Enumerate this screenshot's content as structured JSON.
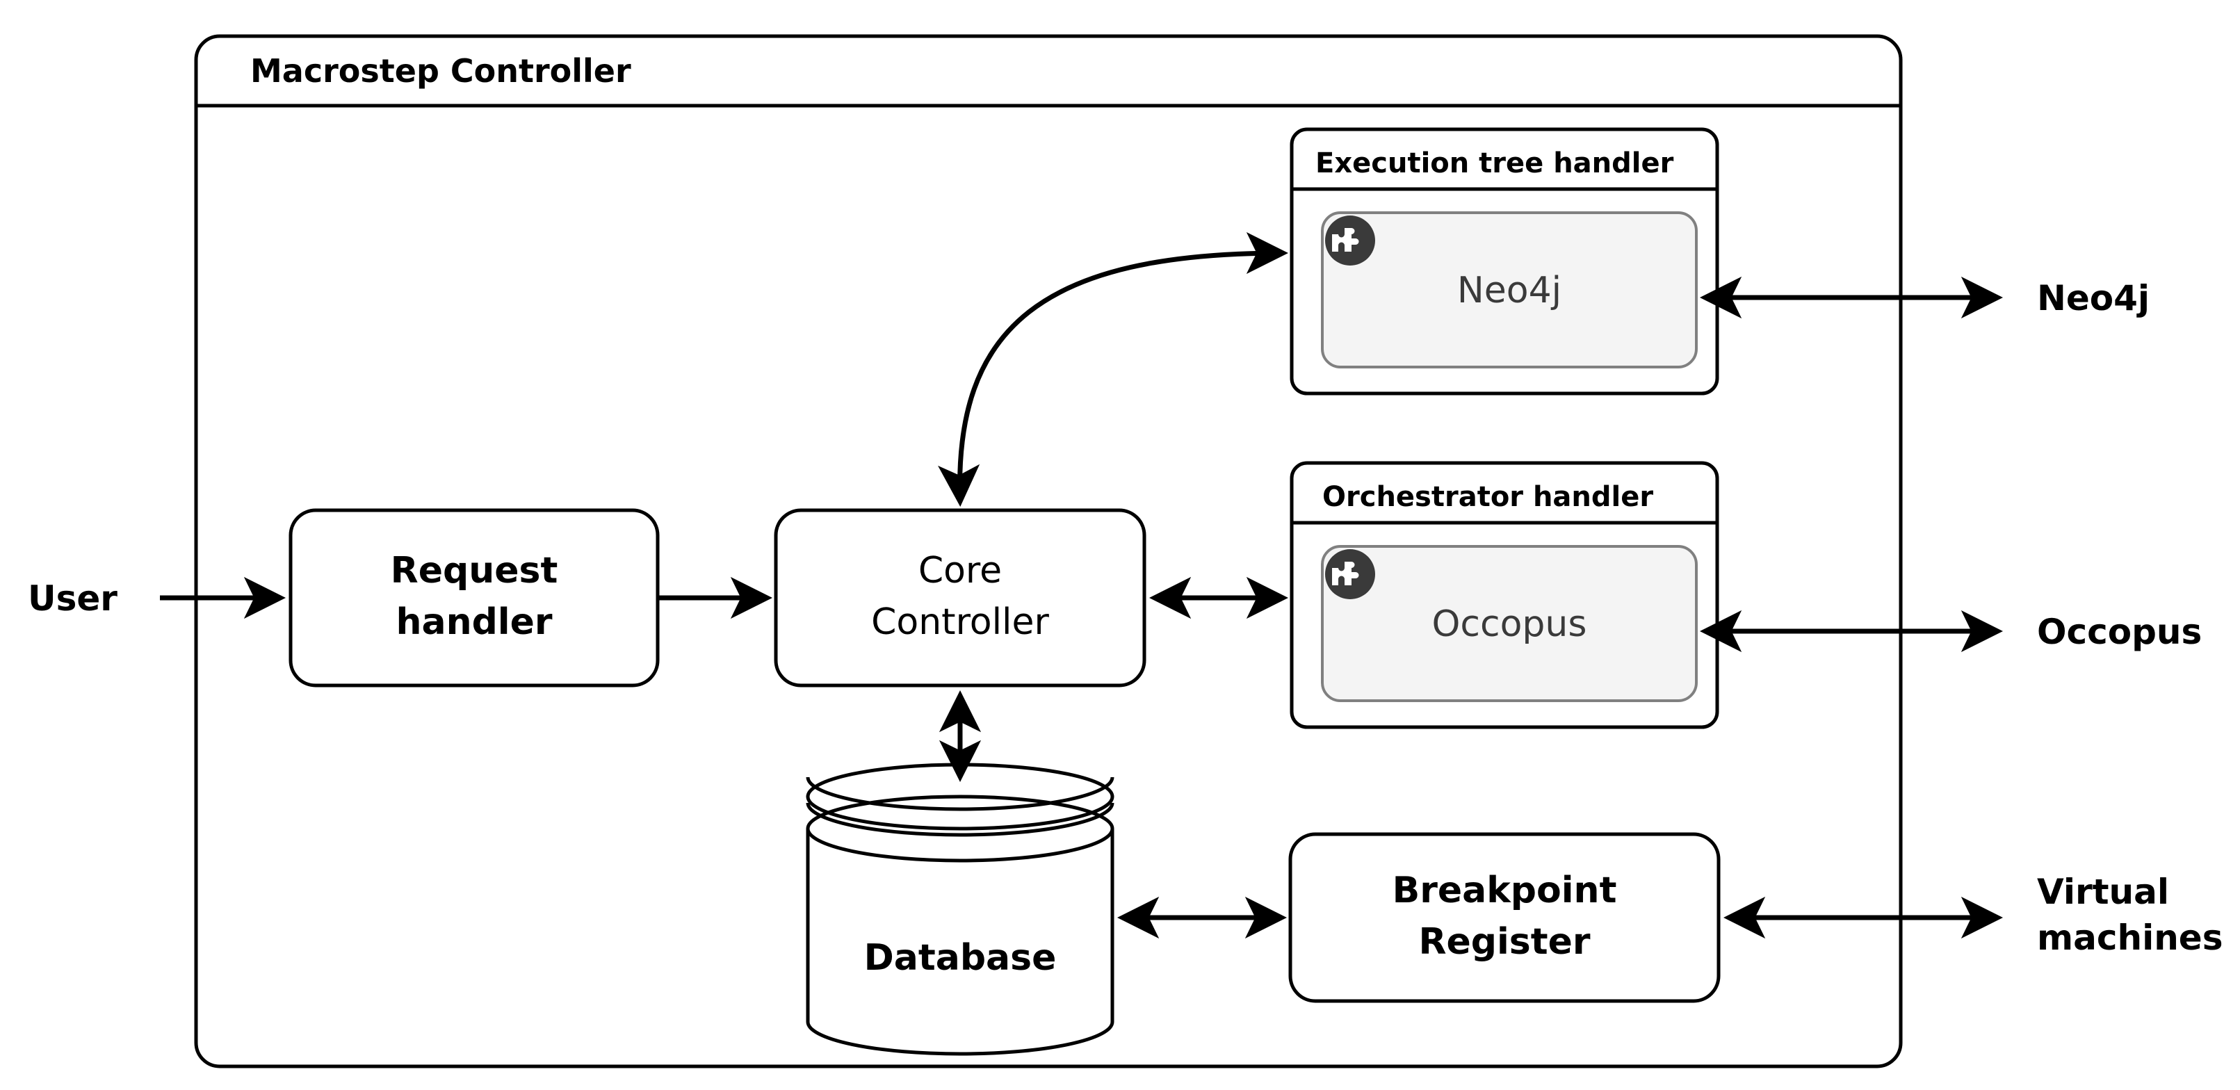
{
  "diagram": {
    "title": "Macrostep Controller",
    "container": {
      "label": "Macrostep Controller",
      "name": "macrostep-controller-container"
    },
    "packages": [
      {
        "id": "execution-tree-handler",
        "title": "Execution tree handler",
        "component": {
          "label": "Neo4j",
          "icon": "component-puzzle-icon"
        }
      },
      {
        "id": "orchestrator-handler",
        "title": "Orchestrator handler",
        "component": {
          "label": "Occopus",
          "icon": "component-puzzle-icon"
        }
      }
    ],
    "nodes": [
      {
        "id": "request-handler",
        "label_line1": "Request",
        "label_line2": "handler",
        "shape": "rounded-rect",
        "bold": true
      },
      {
        "id": "core-controller",
        "label_line1": "Core",
        "label_line2": "Controller",
        "shape": "rounded-rect",
        "bold": false
      },
      {
        "id": "database",
        "label_line1": "Database",
        "label_line2": "",
        "shape": "cylinder",
        "bold": true
      },
      {
        "id": "breakpoint-register",
        "label_line1": "Breakpoint",
        "label_line2": "Register",
        "shape": "rounded-rect",
        "bold": true
      }
    ],
    "external_actors": [
      {
        "id": "user",
        "label_line1": "User",
        "label_line2": "",
        "side": "left"
      },
      {
        "id": "neo4j-external",
        "label_line1": "Neo4j",
        "label_line2": "",
        "side": "right"
      },
      {
        "id": "occopus-external",
        "label_line1": "Occopus",
        "label_line2": "",
        "side": "right"
      },
      {
        "id": "virtual-machines-external",
        "label_line1": "Virtual",
        "label_line2": "machines",
        "side": "right"
      }
    ],
    "connections": [
      {
        "id": "user-to-request-handler",
        "from": "user",
        "to": "request-handler",
        "arrow": "single",
        "style": "straight"
      },
      {
        "id": "request-handler-to-core-controller",
        "from": "request-handler",
        "to": "core-controller",
        "arrow": "single",
        "style": "straight"
      },
      {
        "id": "core-controller-to-execution-tree-handler",
        "from": "core-controller",
        "to": "execution-tree-handler",
        "arrow": "double",
        "style": "curved"
      },
      {
        "id": "core-controller-to-orchestrator-handler",
        "from": "core-controller",
        "to": "orchestrator-handler",
        "arrow": "double",
        "style": "straight"
      },
      {
        "id": "core-controller-to-database",
        "from": "core-controller",
        "to": "database",
        "arrow": "double",
        "style": "straight"
      },
      {
        "id": "database-to-breakpoint-register",
        "from": "database",
        "to": "breakpoint-register",
        "arrow": "double",
        "style": "straight"
      },
      {
        "id": "neo4j-to-external-neo4j",
        "from": "execution-tree-handler",
        "to": "neo4j-external",
        "arrow": "double",
        "style": "straight"
      },
      {
        "id": "occopus-to-external-occopus",
        "from": "orchestrator-handler",
        "to": "occopus-external",
        "arrow": "double",
        "style": "straight"
      },
      {
        "id": "breakpoint-register-to-virtual-machines",
        "from": "breakpoint-register",
        "to": "virtual-machines-external",
        "arrow": "double",
        "style": "straight"
      }
    ],
    "colors": {
      "stroke": "#000000",
      "component_fill": "#f4f4f4",
      "component_stroke": "#808080",
      "icon_circle": "#3a3a3a",
      "background": "#ffffff"
    }
  }
}
